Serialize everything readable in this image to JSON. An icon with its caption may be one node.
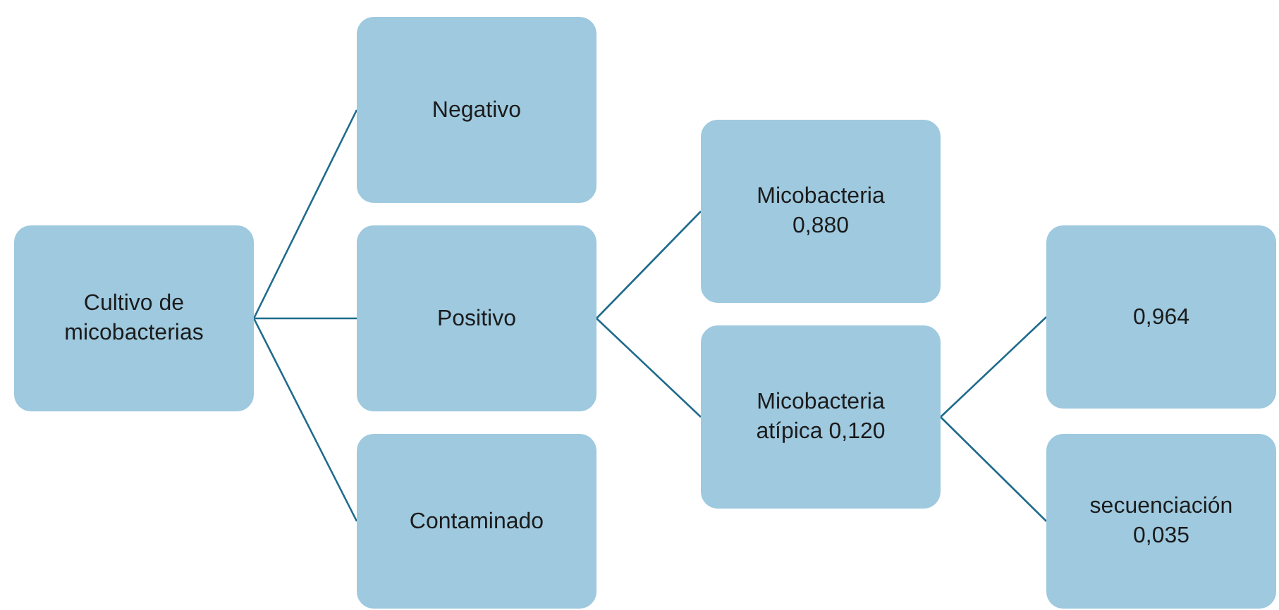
{
  "diagram": {
    "nodes": [
      {
        "text": [
          "Cultivo de micobacterias"
        ]
      },
      {
        "text": [
          "Negativo"
        ]
      },
      {
        "text": [
          "Positivo"
        ]
      },
      {
        "text": [
          "Contaminado"
        ]
      },
      {
        "text": [
          "Micobacteria 0,880"
        ]
      },
      {
        "text": [
          "Micobacteria atípica 0,120"
        ]
      },
      {
        "text": [
          "0,964"
        ]
      },
      {
        "text": [
          "secuenciación 0,035"
        ]
      }
    ],
    "edges": [
      {
        "from": 0,
        "to": 1,
        "arrow": "none"
      },
      {
        "from": 0,
        "to": 2,
        "arrow": "none"
      },
      {
        "from": 0,
        "to": 3,
        "arrow": "none"
      },
      {
        "from": 2,
        "to": 4,
        "arrow": "none"
      },
      {
        "from": 2,
        "to": 5,
        "arrow": "none"
      },
      {
        "from": 5,
        "to": 6,
        "arrow": "none"
      },
      {
        "from": 5,
        "to": 7,
        "arrow": "none"
      }
    ]
  }
}
